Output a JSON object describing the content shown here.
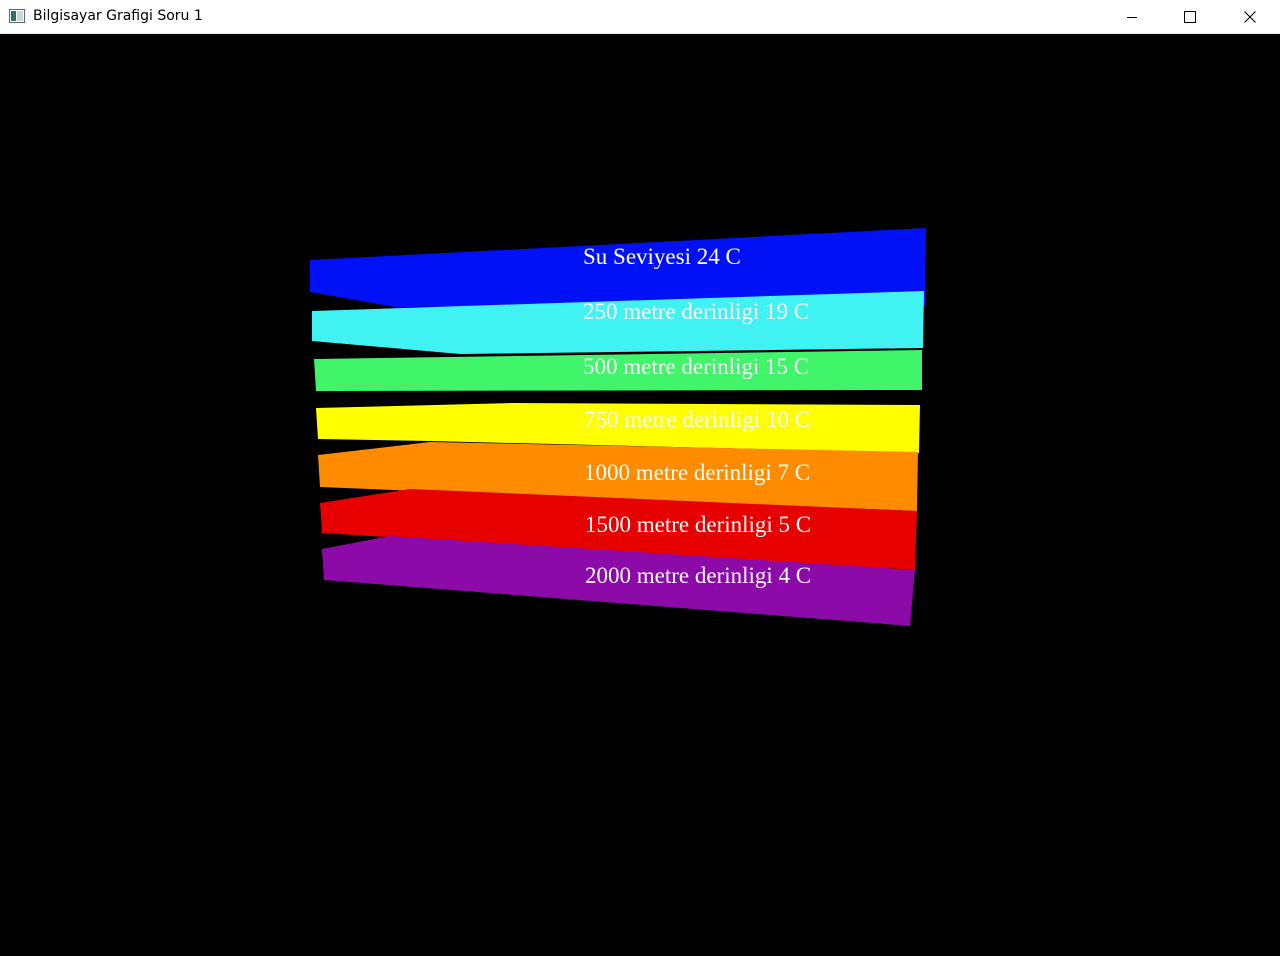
{
  "window": {
    "title": "Bilgisayar Grafigi Soru 1",
    "icon": "app-window-icon",
    "controls": {
      "minimize_icon": "minimize-icon",
      "maximize_icon": "maximize-icon",
      "close_icon": "close-icon"
    }
  },
  "scene": {
    "background": "#000000",
    "layers": [
      {
        "label": "Su Seviyesi 24 C",
        "color": "#0011f5"
      },
      {
        "label": "250 metre derinligi 19 C",
        "color": "#41f2f2"
      },
      {
        "label": "500 metre derinligi 15 C",
        "color": "#41f56a"
      },
      {
        "label": "750 metre derinligi 10 C",
        "color": "#ffff00"
      },
      {
        "label": "1000 metre derinligi 7 C",
        "color": "#ff8c00"
      },
      {
        "label": "1500 metre derinligi 5 C",
        "color": "#e60000"
      },
      {
        "label": "2000 metre derinligi 4 C",
        "color": "#8c0aa8"
      }
    ]
  }
}
